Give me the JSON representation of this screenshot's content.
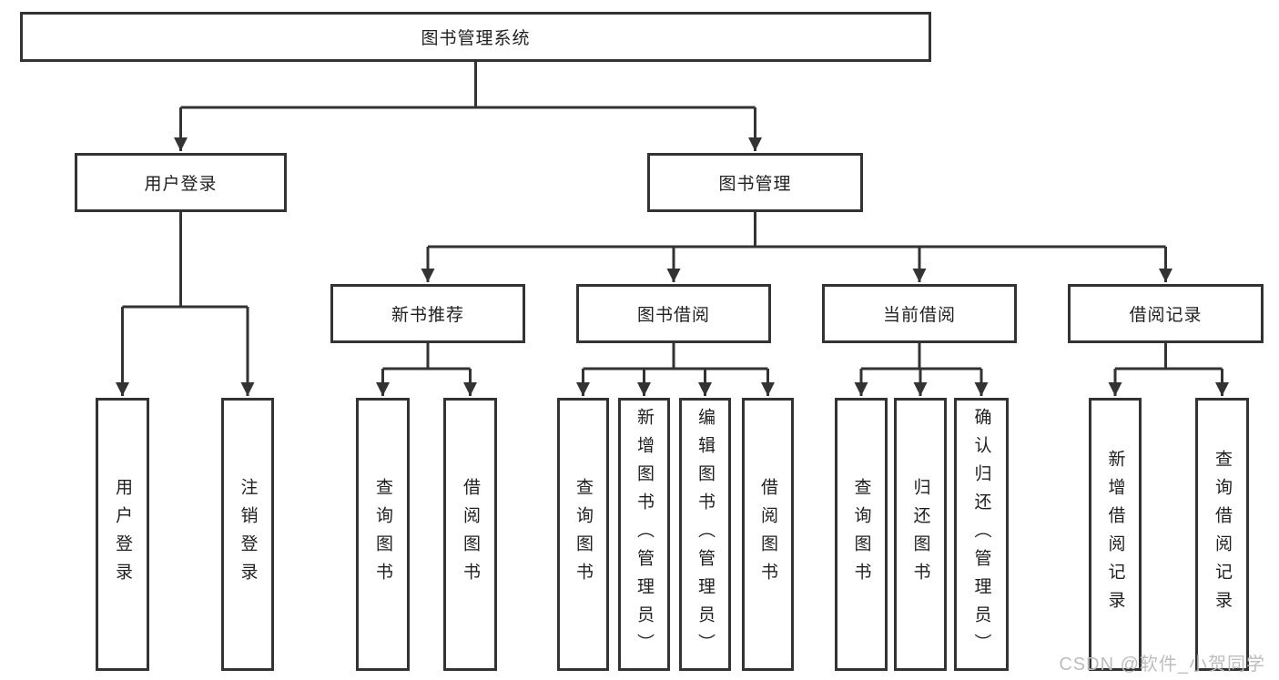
{
  "diagram": {
    "title": "图书管理系统",
    "watermark": "CSDN @软件_小贺同学",
    "colors": {
      "line": "#333333",
      "box_border": "#333333",
      "text": "#1f1f1f",
      "watermark": "#bdbdbd",
      "background": "#ffffff"
    },
    "nodes": {
      "root": {
        "label": "图书管理系统"
      },
      "user_login": {
        "label": "用户登录"
      },
      "book_management": {
        "label": "图书管理"
      },
      "new_book_recommend": {
        "label": "新书推荐"
      },
      "book_borrow": {
        "label": "图书借阅"
      },
      "current_borrow": {
        "label": "当前借阅"
      },
      "borrow_records": {
        "label": "借阅记录"
      },
      "leaf_user_login": {
        "label": "用户登录"
      },
      "leaf_logout": {
        "label": "注销登录"
      },
      "leaf_query_book_1": {
        "label": "查询图书"
      },
      "leaf_borrow_book_1": {
        "label": "借阅图书"
      },
      "leaf_query_book_2": {
        "label": "查询图书"
      },
      "leaf_add_book": {
        "label": "新增图书（管理员）"
      },
      "leaf_edit_book": {
        "label": "编辑图书（管理员）"
      },
      "leaf_borrow_book_2": {
        "label": "借阅图书"
      },
      "leaf_query_book_3": {
        "label": "查询图书"
      },
      "leaf_return_book": {
        "label": "归还图书"
      },
      "leaf_confirm_return": {
        "label": "确认归还（管理员）"
      },
      "leaf_add_borrow_record": {
        "label": "新增借阅记录"
      },
      "leaf_query_borrow_record": {
        "label": "查询借阅记录"
      }
    }
  }
}
